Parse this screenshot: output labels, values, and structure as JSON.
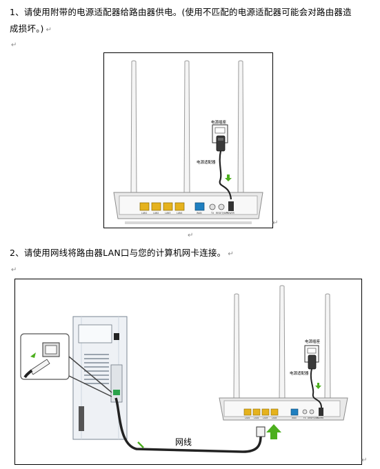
{
  "step1": {
    "line1": "1、请使用附带的电源适配器给路由器供电。(使用不匹配的电源适配器可能会对路由器造",
    "line2": "成损坏。)"
  },
  "step2": {
    "line1": "2、请使用网线将路由器LAN口与您的计算机网卡连接。"
  },
  "paragraph_mark": "↵",
  "figure1": {
    "label_socket": "电源插座",
    "label_adapter": "电源适配器",
    "port_labels": [
      "LAN1",
      "LAN2",
      "LAN3",
      "LAN4",
      "WAN",
      "TX",
      "RESET/WPS",
      "POWER"
    ]
  },
  "figure2": {
    "label_socket": "电源插座",
    "label_adapter": "电源适配器",
    "label_cable": "网线",
    "port_labels": [
      "LAN1",
      "LAN2",
      "LAN3",
      "LAN4",
      "WAN",
      "TX",
      "RESET/WPS",
      "POWER"
    ]
  },
  "colors": {
    "lan_port": "#e5b21d",
    "wan_port": "#1f7fc0",
    "green_arrow": "#4caf1e",
    "router_body": "#f2f2f2",
    "cable": "#222222"
  }
}
